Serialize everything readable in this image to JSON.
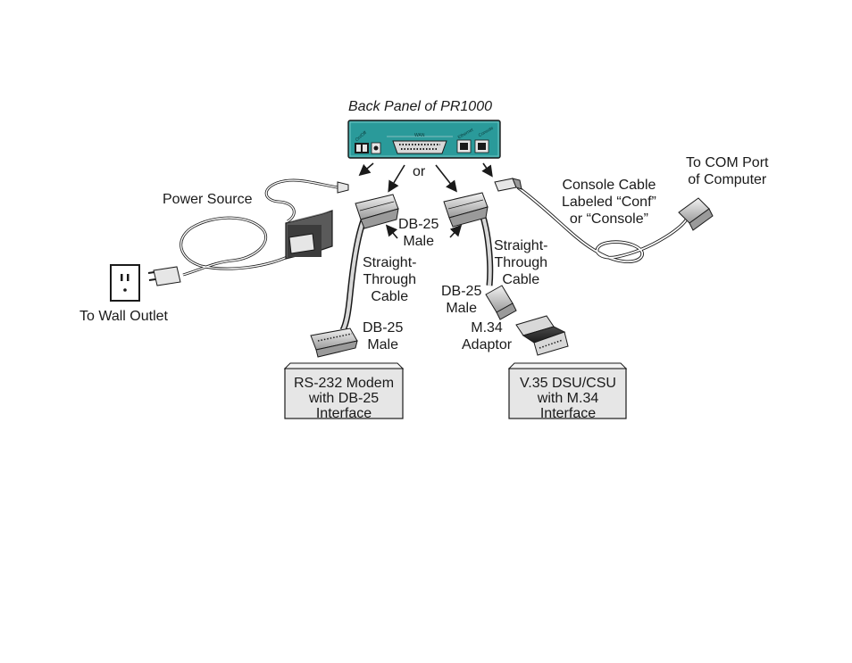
{
  "diagram": {
    "title": "Back Panel of PR1000",
    "panel_labels": {
      "power": "On/Off",
      "wan": "WAN",
      "ethernet": "Ethernet",
      "console": "Console"
    },
    "or_label": "or",
    "power_source": "Power Source",
    "wall_outlet": "To Wall Outlet",
    "db25_male_top": [
      "DB-25",
      "Male"
    ],
    "straight_cable_left": [
      "Straight-",
      "Through",
      "Cable"
    ],
    "straight_cable_right": [
      "Straight-",
      "Through",
      "Cable"
    ],
    "db25_male_left_bottom": [
      "DB-25",
      "Male"
    ],
    "db25_male_right_bottom": [
      "DB-25",
      "Male"
    ],
    "m34_adaptor": [
      "M.34",
      "Adaptor"
    ],
    "console_cable": [
      "Console Cable",
      "Labeled “Conf”",
      "or “Console”"
    ],
    "com_port": [
      "To COM Port",
      "of Computer"
    ],
    "modem_box": [
      "RS-232 Modem",
      "with DB-25",
      "Interface"
    ],
    "dsu_box": [
      "V.35 DSU/CSU",
      "with M.34",
      "Interface"
    ],
    "colors": {
      "panel": "#2a9a9a",
      "box_fill": "#e6e6e6",
      "connector": "#d8d8d8",
      "line": "#1a1a1a"
    }
  }
}
